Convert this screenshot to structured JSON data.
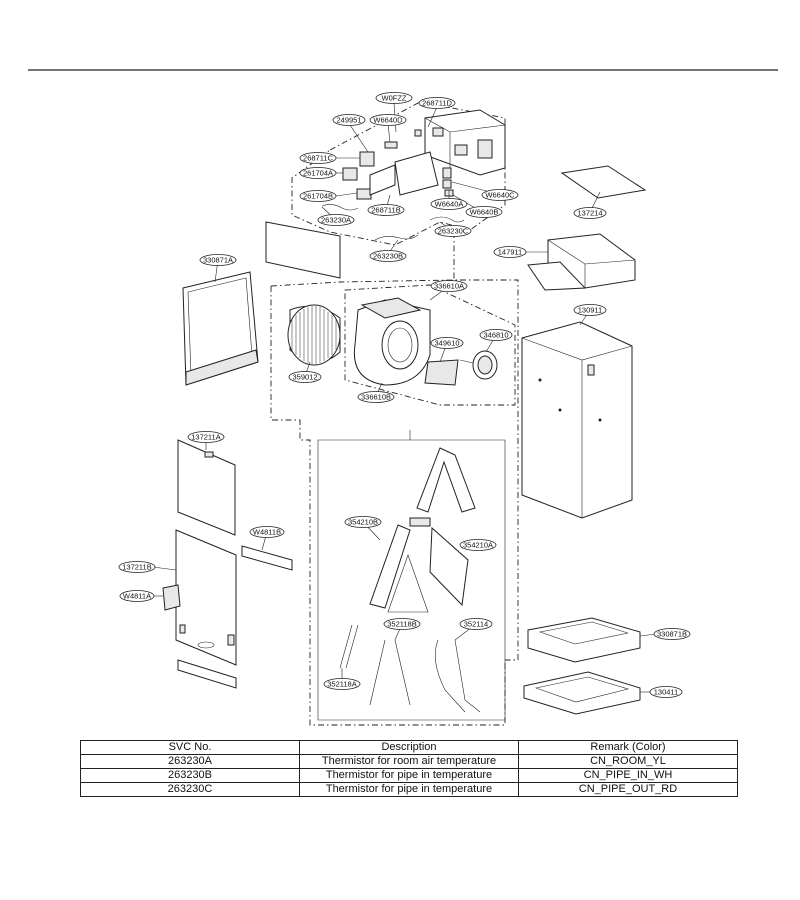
{
  "parts": [
    {
      "id": "W0FZZ"
    },
    {
      "id": "268711D"
    },
    {
      "id": "249951"
    },
    {
      "id": "W6640D"
    },
    {
      "id": "268711C"
    },
    {
      "id": "261704A"
    },
    {
      "id": "261704B"
    },
    {
      "id": "263230A"
    },
    {
      "id": "268711B"
    },
    {
      "id": "W6640C"
    },
    {
      "id": "W6640A"
    },
    {
      "id": "W6640B"
    },
    {
      "id": "263230C"
    },
    {
      "id": "263230B"
    },
    {
      "id": "137214"
    },
    {
      "id": "147911"
    },
    {
      "id": "330871A"
    },
    {
      "id": "336610A"
    },
    {
      "id": "346810"
    },
    {
      "id": "349610"
    },
    {
      "id": "359012"
    },
    {
      "id": "336610B"
    },
    {
      "id": "130911"
    },
    {
      "id": "137211A"
    },
    {
      "id": "354210B"
    },
    {
      "id": "354210A"
    },
    {
      "id": "W4811B"
    },
    {
      "id": "137211B"
    },
    {
      "id": "W4811A"
    },
    {
      "id": "352118B"
    },
    {
      "id": "352114"
    },
    {
      "id": "330871B"
    },
    {
      "id": "352118A"
    },
    {
      "id": "130411"
    }
  ],
  "table": {
    "headers": [
      "SVC No.",
      "Description",
      "Remark (Color)"
    ],
    "rows": [
      [
        "263230A",
        "Thermistor for room air temperature",
        "CN_ROOM_YL"
      ],
      [
        "263230B",
        "Thermistor for pipe in temperature",
        "CN_PIPE_IN_WH"
      ],
      [
        "263230C",
        "Thermistor for pipe in temperature",
        "CN_PIPE_OUT_RD"
      ]
    ]
  }
}
